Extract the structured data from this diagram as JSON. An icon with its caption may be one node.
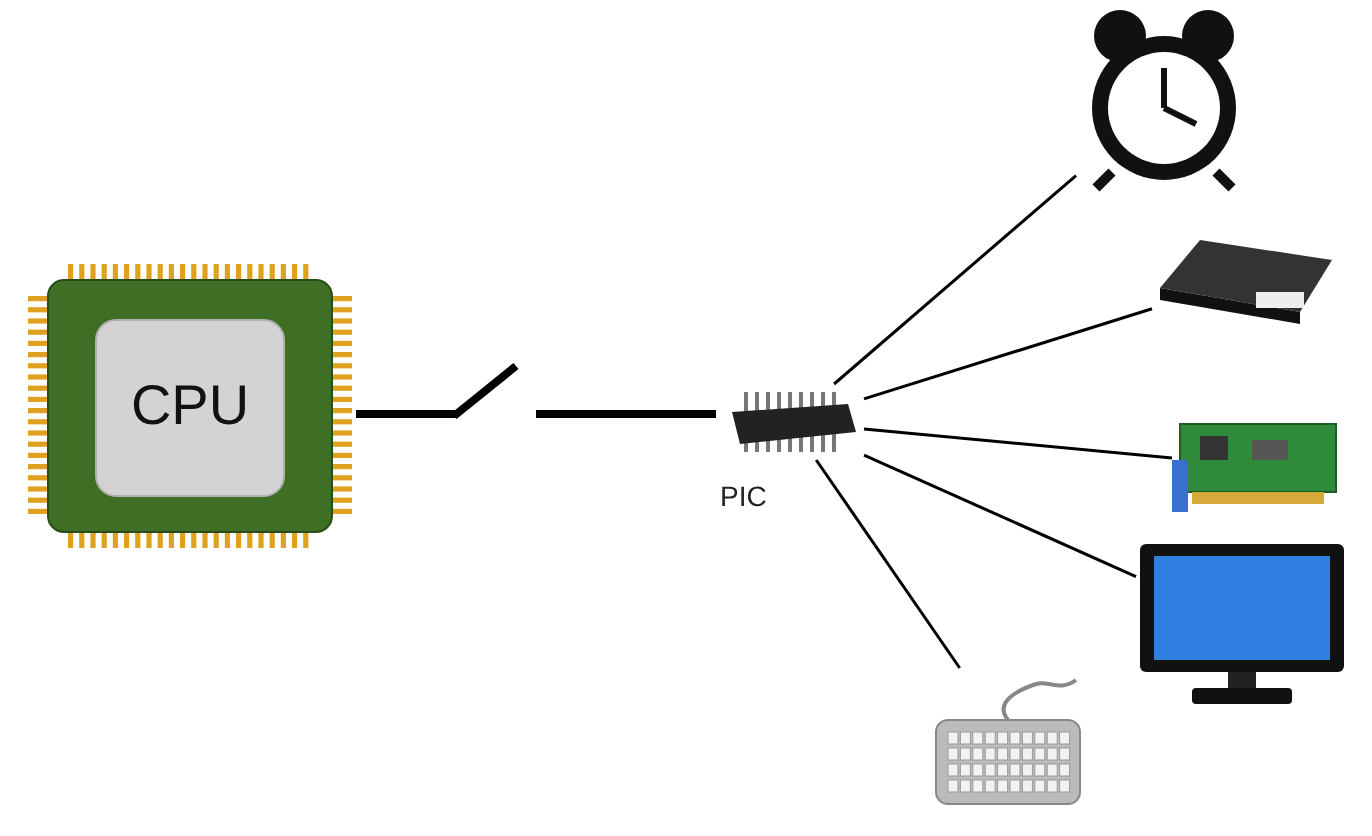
{
  "diagram": {
    "nodes": [
      {
        "text": [
          "CPU"
        ]
      },
      {
        "text": [],
        "shape": "picture",
        "beside": [
          "PIC"
        ]
      },
      {
        "text": [],
        "shape": "picture"
      },
      {
        "text": [],
        "shape": "picture"
      },
      {
        "text": [],
        "shape": "picture"
      },
      {
        "text": [],
        "shape": "picture"
      },
      {
        "text": [],
        "shape": "picture"
      }
    ],
    "edges": [
      {
        "from": 0,
        "to": 1,
        "arrow": "none",
        "style": "thick"
      },
      {
        "from": 1,
        "to": 2,
        "arrow": "none"
      },
      {
        "from": 1,
        "to": 3,
        "arrow": "none"
      },
      {
        "from": 1,
        "to": 4,
        "arrow": "none"
      },
      {
        "from": 1,
        "to": 5,
        "arrow": "none"
      },
      {
        "from": 1,
        "to": 6,
        "arrow": "none"
      }
    ]
  }
}
